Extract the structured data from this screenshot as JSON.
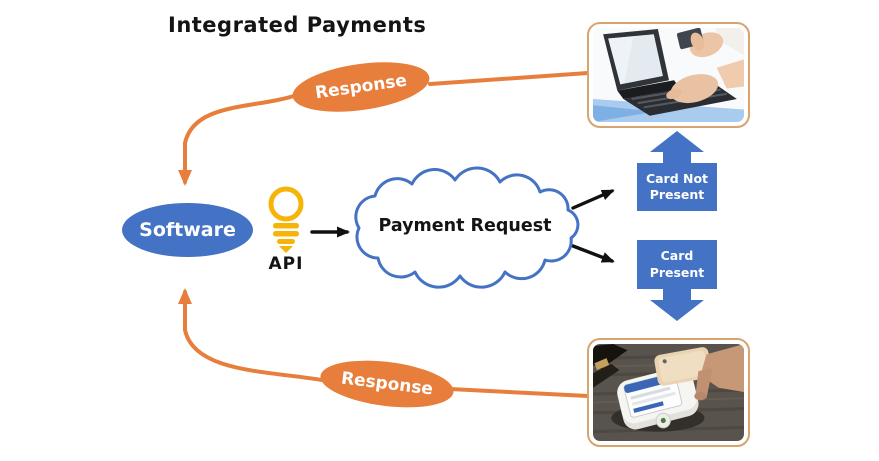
{
  "title": "Integrated Payments",
  "colors": {
    "orange": "#E87E3C",
    "blue": "#4472C4",
    "gold": "#F6B409",
    "ink": "#141414",
    "cloud-stroke": "#4472C4",
    "photo-border": "#D8A36C"
  },
  "flow": {
    "response_top": "Response",
    "software": "Software",
    "api": "API",
    "payment_request": "Payment Request",
    "card_not_present": "Card Not Present",
    "card_present": "Card Present",
    "response_bottom": "Response"
  },
  "photos": {
    "card_not_present": "Hands typing on a laptop while holding a credit card",
    "card_present": "Hand tapping a phone on a contactless card terminal"
  }
}
